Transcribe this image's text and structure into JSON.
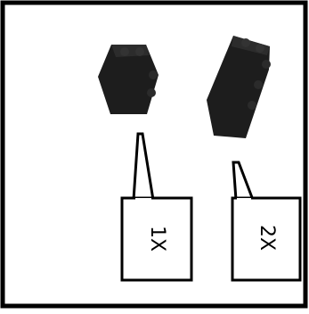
{
  "callouts": [
    {
      "label": "1X",
      "part": "brick-2x2"
    },
    {
      "label": "2X",
      "part": "brick-2x4"
    }
  ],
  "colors": {
    "brick": "#1f1f1f",
    "brick_top": "#2e2e2e",
    "brick_stud": "#3a3a3a",
    "border": "#000000"
  }
}
